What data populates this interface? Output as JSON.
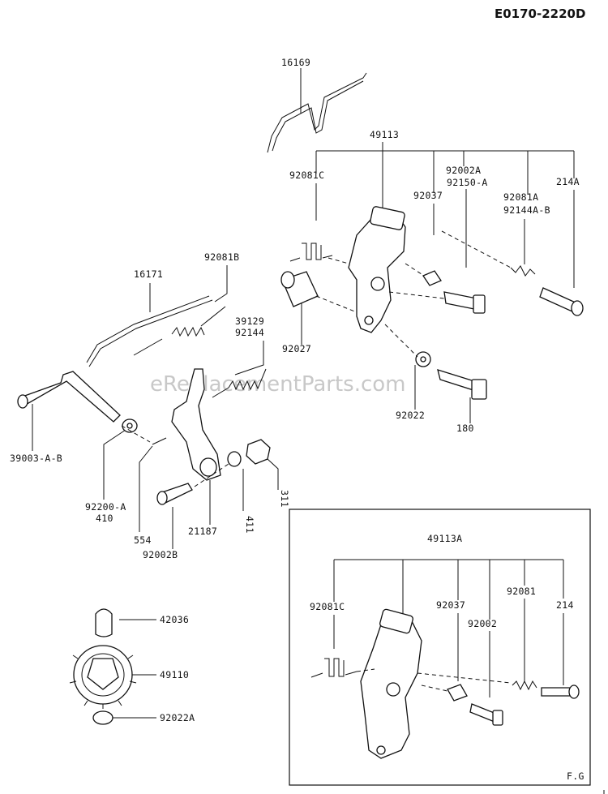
{
  "diagram_code": "E0170-2220D",
  "watermark": "eReplacementParts.com",
  "inset_tag": "F.G",
  "parts": {
    "p16169": "16169",
    "p49113": "49113",
    "p92081C": "92081C",
    "p92002A": "92002A",
    "p92150A": "92150-A",
    "p92037": "92037",
    "p92081A": "92081A",
    "p92144AB": "92144A-B",
    "p214A": "214A",
    "p16171": "16171",
    "p92081B": "92081B",
    "p39129": "39129",
    "p92144": "92144",
    "p92027": "92027",
    "p92022": "92022",
    "p180": "180",
    "p39003AB": "39003-A-B",
    "p92200A": "92200-A",
    "p410": "410",
    "p554": "554",
    "p21187": "21187",
    "p411": "411",
    "p311": "311",
    "p92002B": "92002B",
    "p42036": "42036",
    "p49110": "49110",
    "p92022A": "92022A"
  },
  "inset_parts": {
    "p49113A": "49113A",
    "p92081C": "92081C",
    "p92037": "92037",
    "p92002": "92002",
    "p92081": "92081",
    "p214": "214"
  }
}
